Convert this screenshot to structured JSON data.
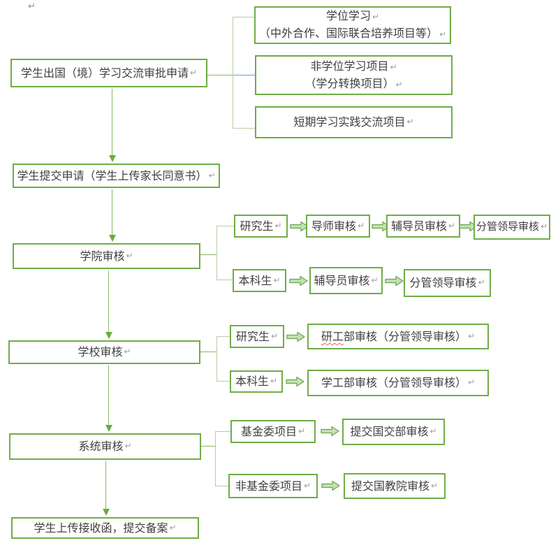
{
  "marks": {
    "pilcrow": "↵"
  },
  "colors": {
    "box_border": "#6fad47",
    "arrow_green": "#68ab41",
    "connector_light_green": "#b9cba9",
    "connector_green": "#85b767",
    "connector_blue": "#6f9ad8",
    "text": "#3f3f3f",
    "misspell_underline": "#e06666"
  },
  "flow": {
    "start": {
      "label": "学生出国（境）学习交流审批申请"
    },
    "categories": [
      {
        "line1": "学位学习",
        "line2": "（中外合作、国际联合培养项目等）"
      },
      {
        "line1": "非学位学习项目",
        "line2": "（学分转换项目）"
      },
      {
        "label": "短期学习实践交流项目"
      }
    ],
    "submit": {
      "label": "学生提交申请（学生上传家长同意书）"
    },
    "college": {
      "label": "学院审核",
      "grad_chain": [
        "研究生",
        "导师审核",
        "辅导员审核",
        "分管领导审核"
      ],
      "undergrad_chain": [
        "本科生",
        "辅导员审核",
        "分管领导审核"
      ]
    },
    "school": {
      "label": "学校审核",
      "grad_tag": "研究生",
      "grad_target_flagged": "研工",
      "grad_target_rest": "部审核（分管领导审核）",
      "undergrad_tag": "本科生",
      "undergrad_target": "学工部审核（分管领导审核）"
    },
    "system": {
      "label": "系统审核",
      "csc_tag": "基金委项目",
      "csc_target": "提交国交部审核",
      "non_csc_tag": "非基金委项目",
      "non_csc_target": "提交国教院审核"
    },
    "final": {
      "label": "学生上传接收函，提交备案"
    }
  }
}
